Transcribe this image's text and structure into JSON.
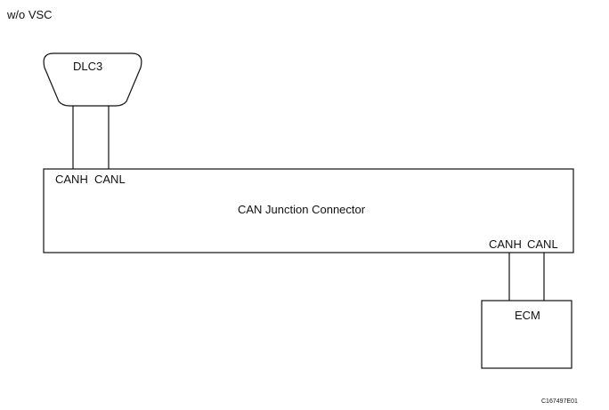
{
  "caption": "w/o VSC",
  "dlc": {
    "label": "DLC3",
    "pins": [
      "CANH",
      "CANL"
    ]
  },
  "junction": {
    "label": "CAN  Junction Connector"
  },
  "ecm": {
    "label": "ECM",
    "pins": [
      "CANH",
      "CANL"
    ]
  },
  "figure_id": "C167497E01",
  "colors": {
    "line": "#111111",
    "background": "#ffffff"
  }
}
